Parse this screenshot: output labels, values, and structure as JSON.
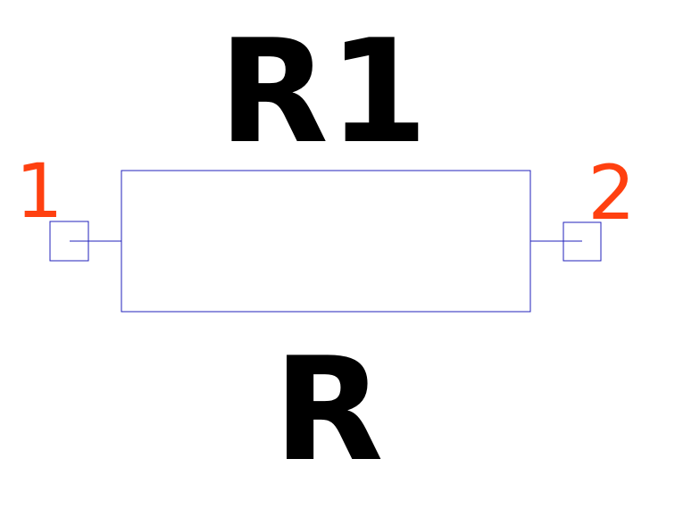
{
  "component": {
    "designator": "R1",
    "value": "R"
  },
  "pins": [
    {
      "number": "1"
    },
    {
      "number": "2"
    }
  ],
  "colors": {
    "outline": "#2222bb",
    "pin_number": "#ff4010",
    "label": "#000000",
    "background": "#ffffff"
  }
}
